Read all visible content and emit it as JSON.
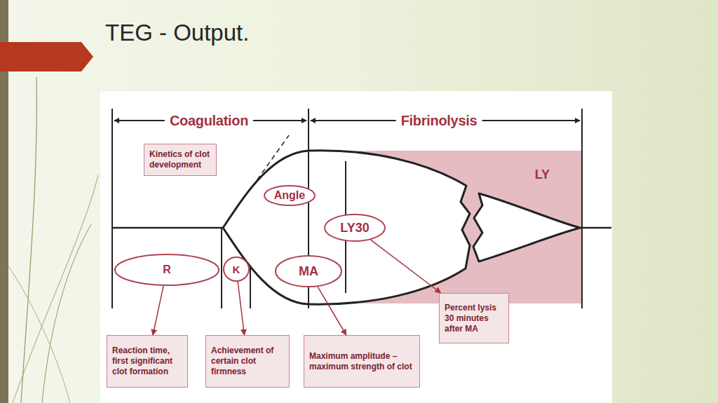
{
  "diagram": {
    "title": "TEG - Output.",
    "nodes": [
      {
        "text": [
          "Kinetics of clot development"
        ]
      },
      {
        "text": [
          "LY"
        ]
      },
      {
        "text": [
          "Angle"
        ]
      },
      {
        "text": [
          "LY30"
        ]
      },
      {
        "text": [
          "R"
        ]
      },
      {
        "text": [
          "K"
        ]
      },
      {
        "text": [
          "MA"
        ]
      },
      {
        "text": [
          "Percent lysis 30 minutes after MA"
        ]
      },
      {
        "text": [
          "Reaction time, first significant clot formation"
        ]
      },
      {
        "text": [
          "Achievement of certain clot firmness"
        ]
      },
      {
        "text": [
          "Maximum amplitude – maximum strength of clot"
        ]
      }
    ],
    "edges": [
      {
        "from": 4,
        "to": 8,
        "arrow": "to"
      },
      {
        "from": 5,
        "to": 9,
        "arrow": "to"
      },
      {
        "from": 6,
        "to": 10,
        "arrow": "to"
      },
      {
        "from": 3,
        "to": 7,
        "arrow": "to"
      }
    ],
    "labels": [
      "Coagulation",
      "Fibrinolysis"
    ]
  }
}
